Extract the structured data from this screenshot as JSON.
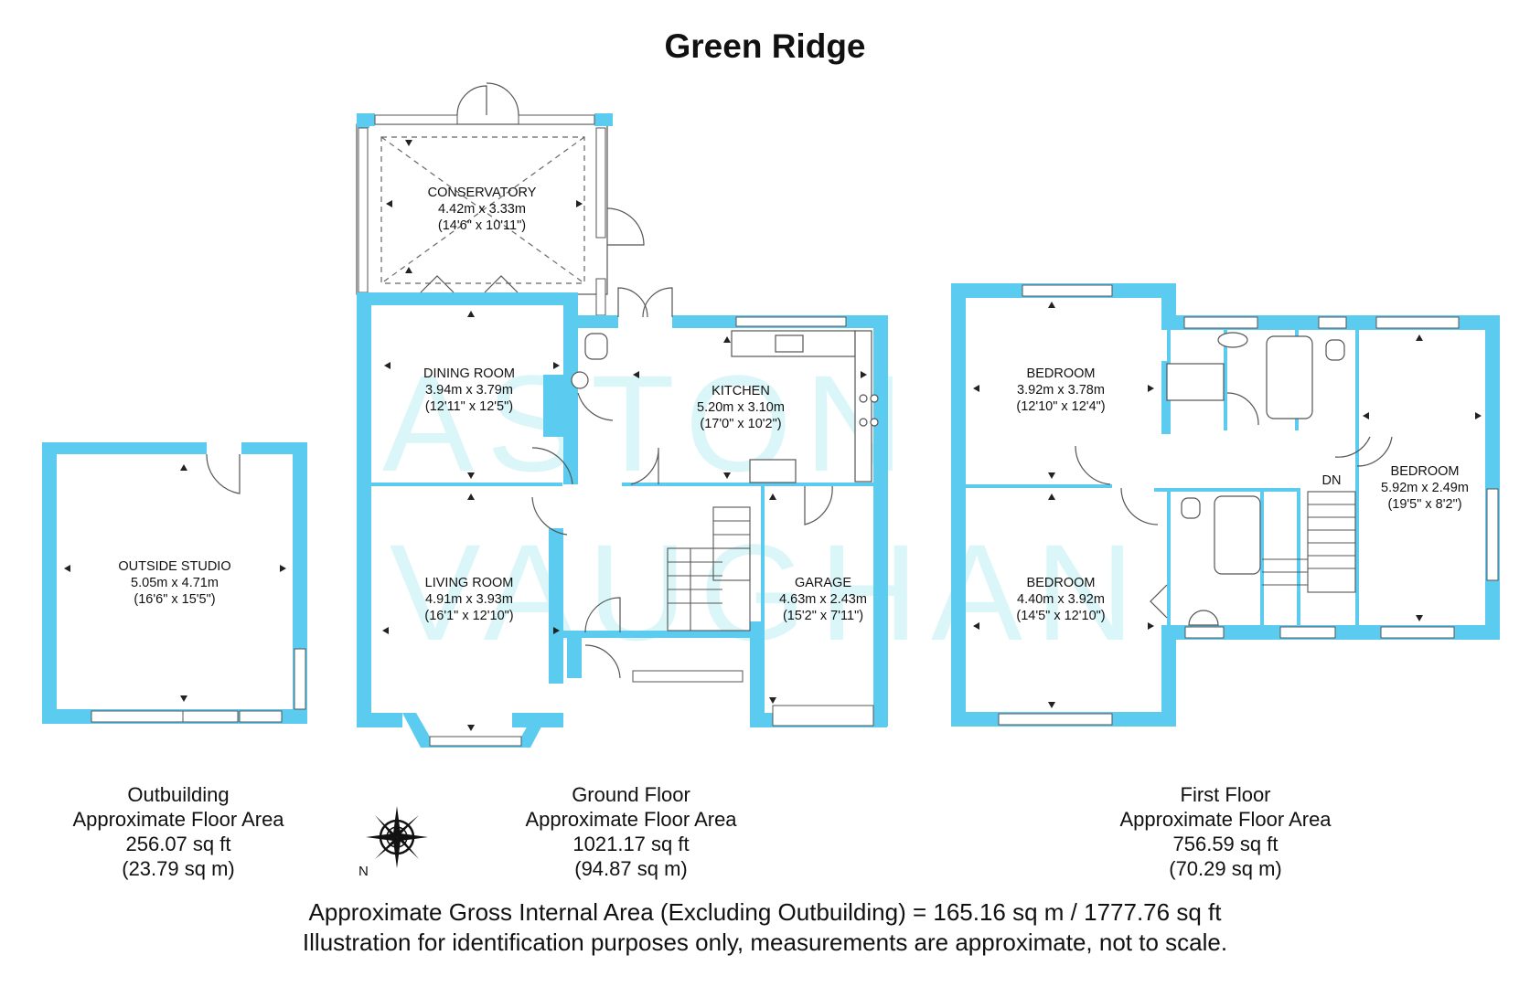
{
  "title": "Green Ridge",
  "watermark": {
    "line1": "ASTON",
    "line2": "VAUGHAN"
  },
  "rooms": {
    "conservatory": {
      "name": "CONSERVATORY",
      "metric": "4.42m x 3.33m",
      "imperial": "(14'6\" x 10'11\")"
    },
    "dining_room": {
      "name": "DINING ROOM",
      "metric": "3.94m x 3.79m",
      "imperial": "(12'11\" x 12'5\")"
    },
    "kitchen": {
      "name": "KITCHEN",
      "metric": "5.20m x 3.10m",
      "imperial": "(17'0\" x 10'2\")"
    },
    "living_room": {
      "name": "LIVING ROOM",
      "metric": "4.91m x 3.93m",
      "imperial": "(16'1\" x 12'10\")"
    },
    "garage": {
      "name": "GARAGE",
      "metric": "4.63m x 2.43m",
      "imperial": "(15'2\" x 7'11\")"
    },
    "outside_studio": {
      "name": "OUTSIDE STUDIO",
      "metric": "5.05m x 4.71m",
      "imperial": "(16'6\" x 15'5\")"
    },
    "bedroom_1": {
      "name": "BEDROOM",
      "metric": "3.92m x 3.78m",
      "imperial": "(12'10\" x 12'4\")"
    },
    "bedroom_2": {
      "name": "BEDROOM",
      "metric": "4.40m x 3.92m",
      "imperial": "(14'5\" x 12'10\")"
    },
    "bedroom_3": {
      "name": "BEDROOM",
      "metric": "5.92m x 2.49m",
      "imperial": "(19'5\" x 8'2\")"
    },
    "stairs_label": "DN"
  },
  "areas": {
    "outbuilding": {
      "name": "Outbuilding",
      "label": "Approximate Floor Area",
      "sqft": "256.07 sq ft",
      "sqm": "(23.79 sq m)"
    },
    "ground": {
      "name": "Ground Floor",
      "label": "Approximate Floor Area",
      "sqft": "1021.17 sq ft",
      "sqm": "(94.87 sq m)"
    },
    "first": {
      "name": "First Floor",
      "label": "Approximate Floor Area",
      "sqft": "756.59 sq ft",
      "sqm": "(70.29 sq m)"
    }
  },
  "compass_label": "N",
  "footer": {
    "line1": "Approximate Gross Internal Area (Excluding Outbuilding) = 165.16 sq m / 1777.76 sq ft",
    "line2": "Illustration for identification purposes only, measurements are approximate, not to scale."
  }
}
